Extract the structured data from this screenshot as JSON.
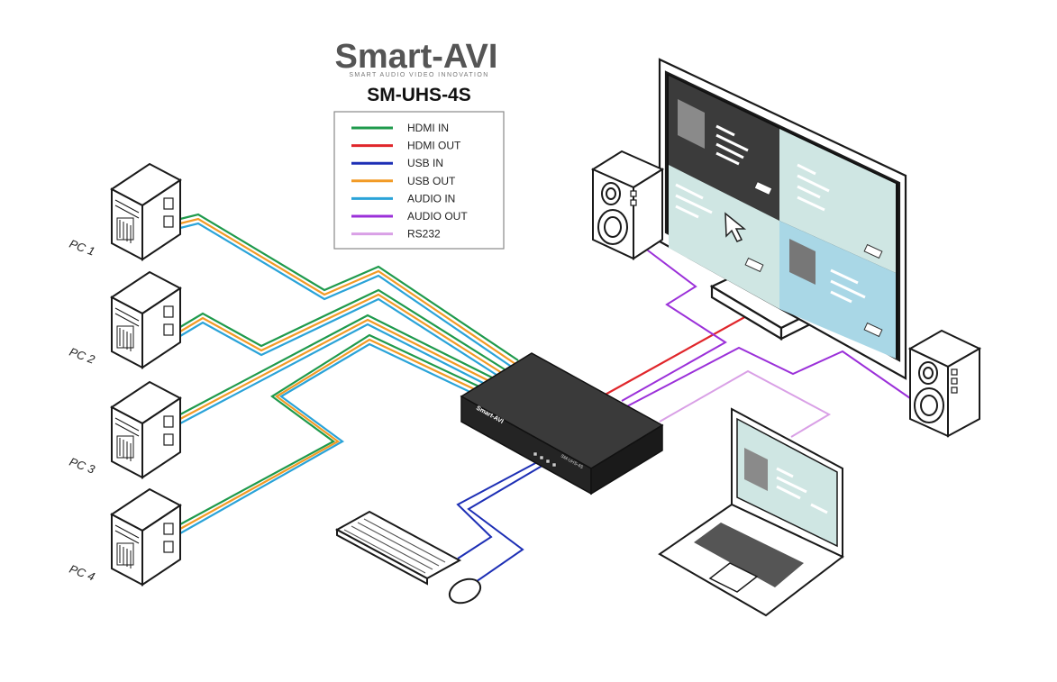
{
  "brand": {
    "logo_text": "Smart-AVI",
    "tagline": "SMART AUDIO VIDEO INNOVATION",
    "model": "SM-UHS-4S"
  },
  "legend": [
    {
      "label": "HDMI IN",
      "color": "#1f9a4c"
    },
    {
      "label": "HDMI OUT",
      "color": "#e0262b"
    },
    {
      "label": "USB IN",
      "color": "#1d2fb5"
    },
    {
      "label": "USB OUT",
      "color": "#f29a25"
    },
    {
      "label": "AUDIO IN",
      "color": "#2aa3d8"
    },
    {
      "label": "AUDIO OUT",
      "color": "#9b30d9"
    },
    {
      "label": "RS232",
      "color": "#d9a0e6"
    }
  ],
  "sources": [
    {
      "label": "PC 1"
    },
    {
      "label": "PC 2"
    },
    {
      "label": "PC 3"
    },
    {
      "label": "PC 4"
    }
  ],
  "device": {
    "badge": "Smart-AVI",
    "model_label": "SM-UHS-4S"
  },
  "colors": {
    "outline": "#1a1a1a",
    "screen_tile_light": "#cfe6e3",
    "screen_tile_dark": "#3b3b3b",
    "screen_tile_blue": "#a9d7e6",
    "device_body": "#2a2a2a"
  }
}
